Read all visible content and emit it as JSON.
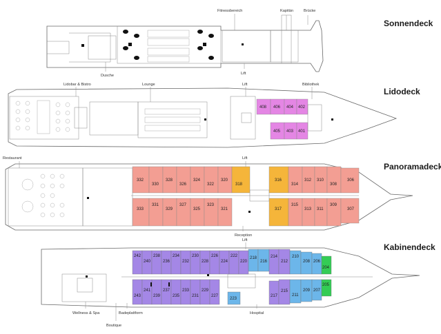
{
  "colors": {
    "lido_suite": "#e486e4",
    "panorama_cabin": "#f39e93",
    "panorama_junior": "#f5b53a",
    "kabinen_purple": "#a487e6",
    "kabinen_blue": "#6cb6ea",
    "kabinen_green": "#33cc55"
  },
  "decks": {
    "sonnendeck": {
      "title": "Sonnendeck",
      "labels": {
        "fitness": "Fitnessbereich",
        "kapitaen": "Kapitän",
        "bruecke": "Brücke",
        "dusche": "Dusche",
        "lift": "Lift"
      }
    },
    "lidodeck": {
      "title": "Lidodeck",
      "labels": {
        "lidobar": "Lidobar & Bistro",
        "lounge": "Lounge",
        "lift": "Lift",
        "bibliothek": "Bibliothek"
      },
      "cabins_top": [
        "408",
        "406",
        "404",
        "402"
      ],
      "cabins_bottom": [
        "405",
        "403",
        "401"
      ]
    },
    "panoramadeck": {
      "title": "Panoramadeck",
      "labels": {
        "restaurant": "Restaurant",
        "lift": "Lift",
        "reception": "Reception"
      },
      "cabins_top_a": [
        "332",
        "330",
        "328",
        "326",
        "324",
        "322",
        "320"
      ],
      "cabins_top_b": [
        "318"
      ],
      "cabins_top_c": [
        "316"
      ],
      "cabins_top_d": [
        "314",
        "312",
        "310",
        "308",
        "306"
      ],
      "cabins_bottom_a": [
        "333",
        "331",
        "329",
        "327",
        "325",
        "323",
        "321"
      ],
      "cabins_bottom_c": [
        "317"
      ],
      "cabins_bottom_d": [
        "315",
        "313",
        "311",
        "309",
        "307"
      ]
    },
    "kabinendeck": {
      "title": "Kabinendeck",
      "labels": {
        "lift": "Lift",
        "wellness": "Wellness & Spa",
        "badeplattform": "Badeplattform",
        "boutique": "Boutique",
        "hospital": "Hospital"
      },
      "cabins_top_purple": [
        "242",
        "240",
        "238",
        "236",
        "234",
        "232",
        "230",
        "228",
        "226",
        "224",
        "222",
        "220"
      ],
      "cabins_top_blue": [
        "218",
        "216"
      ],
      "cabins_top_purple2": [
        "214",
        "212"
      ],
      "cabins_top_blue2": [
        "210",
        "208",
        "206"
      ],
      "cabins_top_green": [
        "204"
      ],
      "cabins_bottom_purple": [
        "243",
        "241",
        "239",
        "237",
        "235",
        "233",
        "231",
        "229",
        "227"
      ],
      "cabins_bottom_blue": [
        "223"
      ],
      "cabins_bottom_purple2": [
        "217",
        "215"
      ],
      "cabins_bottom_blue2": [
        "211",
        "209",
        "207"
      ],
      "cabins_bottom_green": [
        "205"
      ]
    }
  }
}
